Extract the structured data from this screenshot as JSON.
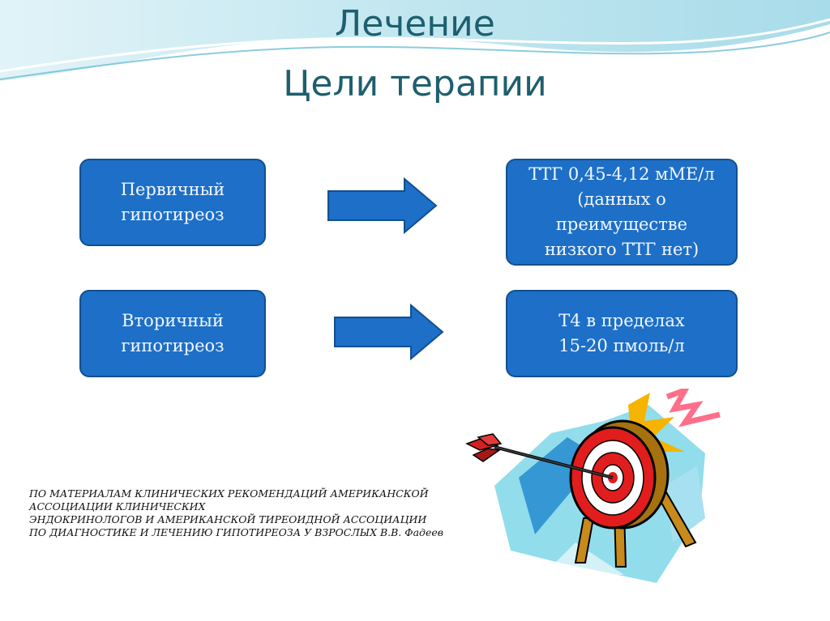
{
  "title": {
    "line1": "Лечение",
    "line2": "Цели терапии"
  },
  "rows": [
    {
      "condition": "Первичный\nгипотиреоз",
      "target": "ТТГ 0,45-4,12 мМЕ/л\n(данных о\nпреимуществе\nнизкого ТТГ нет)"
    },
    {
      "condition": "Вторичный\nгипотиреоз",
      "target": "Т4 в пределах\n15-20 пмоль/л"
    }
  ],
  "footnote": "ПО МАТЕРИАЛАМ КЛИНИЧЕСКИХ РЕКОМЕНДАЦИЙ АМЕРИКАНСКОЙ\nАССОЦИАЦИИ КЛИНИЧЕСКИХ\nЭНДОКРИНОЛОГОВ И АМЕРИКАНСКОЙ ТИРЕОИДНОЙ АССОЦИАЦИИ\nПО ДИАГНОСТИКЕ И ЛЕЧЕНИЮ  ГИПОТИРЕОЗА У ВЗРОСЛЫХ  В.В. Фадеев",
  "colors": {
    "box_fill": "#1d6fc7",
    "title": "#1e5f6e",
    "arrow": "#1d6fc7"
  },
  "icons": {
    "clipart": "target-with-arrow-icon"
  }
}
